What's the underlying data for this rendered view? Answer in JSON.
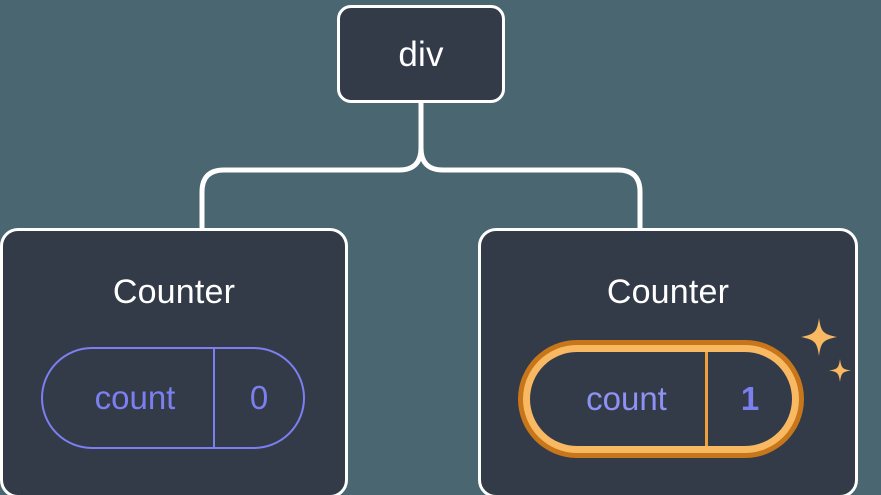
{
  "diagram": {
    "type": "component-tree",
    "background_color": "#4a6670",
    "node_fill": "#343b48",
    "node_border": "#ffffff",
    "connector_color": "#ffffff",
    "accent_purple": "#7c7ff0",
    "accent_orange_outer": "#c8761a",
    "accent_orange_inner": "#f9b963",
    "sparkle_color": "#f9b963"
  },
  "root": {
    "title": "div"
  },
  "children": [
    {
      "title": "Counter",
      "state": {
        "key": "count",
        "value": "0"
      },
      "highlighted": false
    },
    {
      "title": "Counter",
      "state": {
        "key": "count",
        "value": "1"
      },
      "highlighted": true,
      "sparkle_large": "sparkle-icon",
      "sparkle_small": "sparkle-icon"
    }
  ]
}
